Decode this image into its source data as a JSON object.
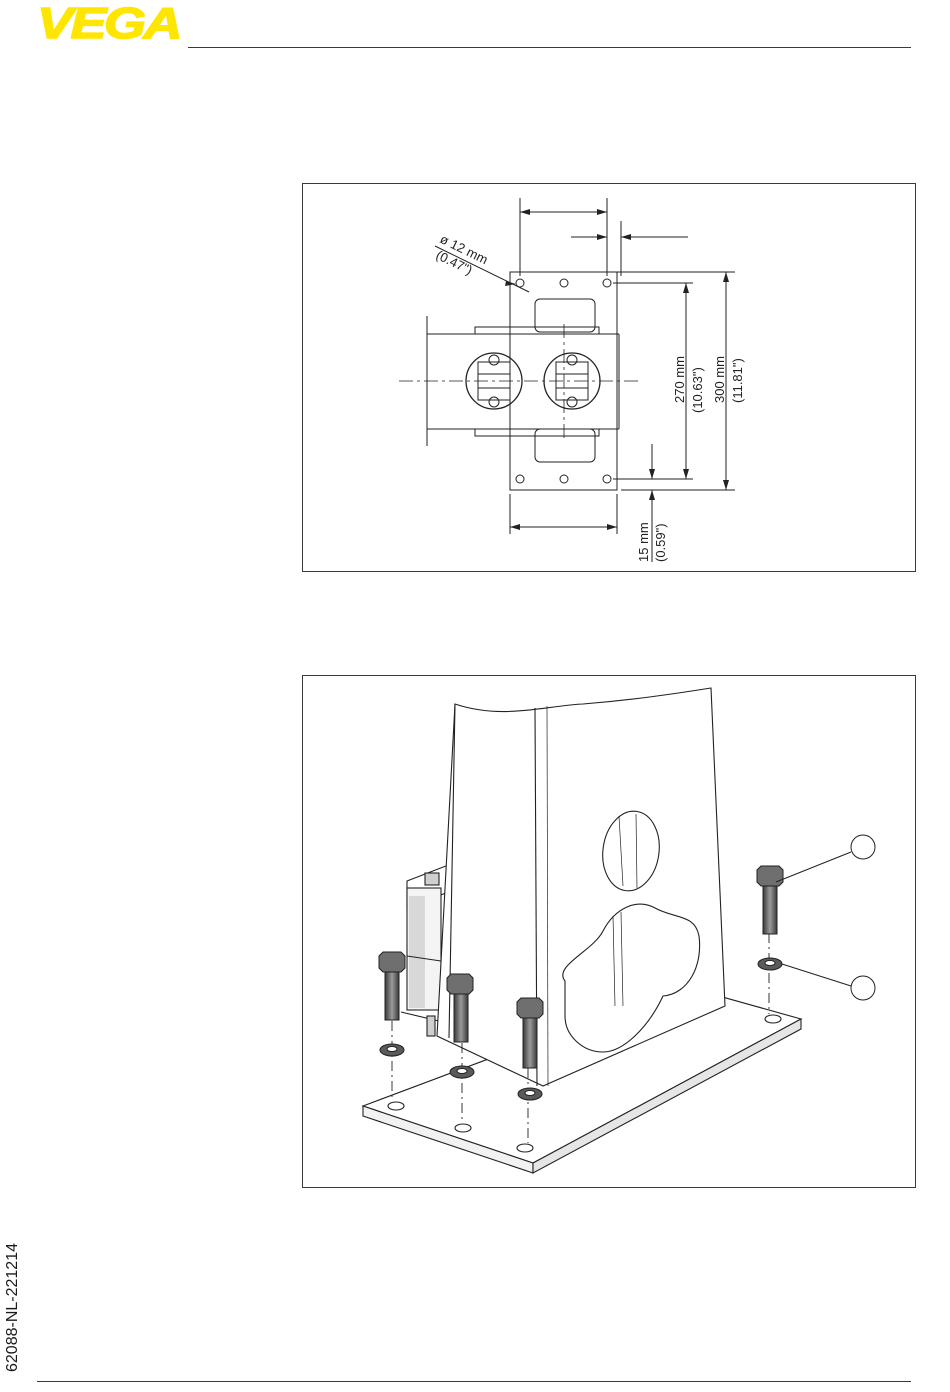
{
  "header": {
    "logo_text": "VEGA",
    "brand_color": "#FFE600"
  },
  "footer": {
    "doc_code": "62088-NL-221214"
  },
  "figure_top": {
    "hole_diameter_mm": "ø 12 mm",
    "hole_diameter_in": "(0.47\")",
    "dim_270_mm": "270 mm",
    "dim_270_in": "(10.63\")",
    "dim_300_mm": "300 mm",
    "dim_300_in": "(11.81\")",
    "dim_15_mm": "15 mm",
    "dim_15_in": "(0.59\")"
  },
  "figure_bottom": {
    "callout_1": "",
    "callout_2": ""
  },
  "icons": {
    "logo": "vega-logo",
    "bolt": "hex-bolt-icon",
    "washer": "washer-icon"
  }
}
